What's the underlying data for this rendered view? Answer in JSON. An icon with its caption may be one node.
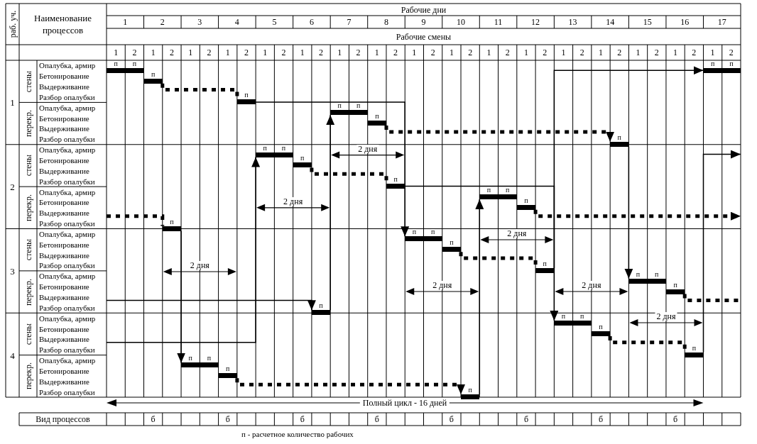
{
  "diagram": {
    "nodes": [
      {
        "text": [
          "п",
          "п"
        ]
      },
      {
        "text": [
          "п"
        ]
      },
      {
        "text": [
          "п"
        ]
      },
      {
        "text": [
          "п",
          "п"
        ]
      },
      {
        "text": [
          "п",
          "п"
        ]
      },
      {
        "text": [
          "п"
        ]
      },
      {
        "text": [
          "п"
        ]
      },
      {
        "text": [
          "п",
          "п"
        ]
      },
      {
        "text": [
          "п"
        ]
      },
      {
        "text": [
          "п"
        ]
      },
      {
        "text": [
          "п"
        ]
      },
      {
        "text": [
          "п",
          "п"
        ]
      },
      {
        "text": [
          "п"
        ]
      },
      {
        "text": [
          "п",
          "п"
        ]
      },
      {
        "text": [
          "п"
        ]
      },
      {
        "text": [
          "п"
        ]
      },
      {
        "text": [
          "п"
        ]
      },
      {
        "text": [
          "п",
          "п"
        ]
      },
      {
        "text": [
          "п"
        ]
      },
      {
        "text": [
          "п",
          "п"
        ]
      },
      {
        "text": [
          "п"
        ]
      },
      {
        "text": [
          "п"
        ]
      },
      {
        "text": [
          "п",
          "п"
        ]
      },
      {
        "text": [
          "п"
        ]
      },
      {
        "text": [
          "п"
        ]
      }
    ],
    "edges": [
      {
        "from": 1,
        "to": 2,
        "arrow": "none",
        "style": "dashed"
      },
      {
        "from": 5,
        "to": 6,
        "arrow": "to",
        "style": "dashed"
      },
      {
        "from": 8,
        "to": 9,
        "arrow": "none",
        "style": "dashed"
      },
      {
        "from": null,
        "to": 10,
        "arrow": "none",
        "style": "dashed"
      },
      {
        "from": 12,
        "to": null,
        "arrow": "to",
        "style": "dashed"
      },
      {
        "from": 14,
        "to": 15,
        "arrow": "none",
        "style": "dashed"
      },
      {
        "from": null,
        "to": 16,
        "arrow": "to"
      },
      {
        "from": 18,
        "to": null,
        "arrow": "none",
        "style": "dashed"
      },
      {
        "from": null,
        "to": 7,
        "arrow": "to"
      },
      {
        "from": 20,
        "to": 21,
        "arrow": "none",
        "style": "dashed"
      },
      {
        "from": 23,
        "to": 24,
        "arrow": "to",
        "style": "dashed"
      },
      {
        "from": 2,
        "to": 13,
        "arrow": "to"
      },
      {
        "from": 16,
        "to": 4,
        "arrow": "to"
      },
      {
        "from": 10,
        "to": 22,
        "arrow": "to"
      },
      {
        "from": 24,
        "to": 11,
        "arrow": "to"
      },
      {
        "from": 9,
        "to": 19,
        "arrow": "to"
      },
      {
        "from": 15,
        "to": 3,
        "arrow": "to"
      },
      {
        "from": 6,
        "to": 17,
        "arrow": "to"
      },
      {
        "from": 21,
        "to": null,
        "arrow": "to"
      }
    ],
    "labels": [
      "раб. уч.",
      "Наименование процессов",
      "Рабочие дни",
      "1",
      "2",
      "3",
      "4",
      "5",
      "6",
      "7",
      "8",
      "9",
      "10",
      "11",
      "12",
      "13",
      "14",
      "15",
      "16",
      "17",
      "Рабочие смены",
      "1",
      "2",
      "1",
      "2",
      "1",
      "2",
      "1",
      "2",
      "1",
      "2",
      "1",
      "2",
      "1",
      "2",
      "1",
      "2",
      "1",
      "2",
      "1",
      "2",
      "1",
      "2",
      "1",
      "2",
      "1",
      "2",
      "1",
      "2",
      "1",
      "2",
      "1",
      "2",
      "1",
      "2",
      "1",
      "стены",
      "Опалубка, армир",
      "Бетонирование",
      "Выдерживание",
      "Разбор опалубки",
      "перекр.",
      "Опалубка, армир",
      "Бетонирование",
      "Выдерживание",
      "Разбор опалубки",
      "2",
      "стены",
      "Опалубка, армир",
      "Бетонирование",
      "Выдерживание",
      "Разбор опалубки",
      "перекр.",
      "Опалубка, армир",
      "Бетонирование",
      "Выдерживание",
      "Разбор опалубки",
      "3",
      "стены",
      "Опалубка, армир",
      "Бетонирование",
      "Выдерживание",
      "Разбор опалубки",
      "перекр.",
      "Опалубка, армир",
      "Бетонирование",
      "Выдерживание",
      "Разбор опалубки",
      "4",
      "стены",
      "Опалубка, армир",
      "Бетонирование",
      "Выдерживание",
      "Разбор опалубки",
      "перекр.",
      "Опалубка, армир",
      "Бетонирование",
      "Выдерживание",
      "Разбор опалубки",
      "2 дня",
      "2 дня",
      "2 дня",
      "2 дня",
      "2 дня",
      "2 дня",
      "2 дня",
      "Полный цикл - 16 дней",
      "Вид процессов",
      "б",
      "б",
      "б",
      "б",
      "б",
      "б",
      "б",
      "б",
      "п - расчетное количество рабочих"
    ]
  }
}
